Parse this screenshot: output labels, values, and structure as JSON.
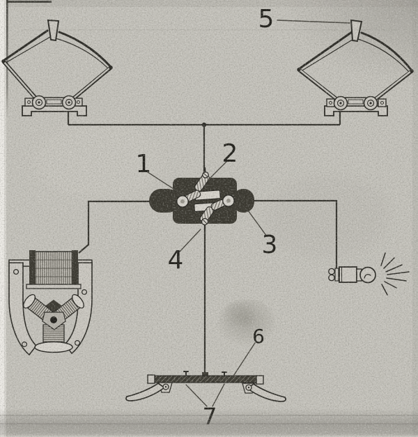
{
  "figure": {
    "kind": "scanned wiring diagram of a direction-indicator (trafficator) circuit",
    "labels": [
      {
        "id": "1",
        "text": "1"
      },
      {
        "id": "2",
        "text": "2"
      },
      {
        "id": "3",
        "text": "3"
      },
      {
        "id": "4",
        "text": "4"
      },
      {
        "id": "5",
        "text": "5"
      },
      {
        "id": "6",
        "text": "6"
      },
      {
        "id": "7",
        "text": "7"
      }
    ],
    "components": [
      {
        "name": "left-trafficator-indicator"
      },
      {
        "name": "right-trafficator-indicator",
        "label": "5"
      },
      {
        "name": "central-junction-box",
        "labels": [
          "1",
          "2",
          "3",
          "4"
        ]
      },
      {
        "name": "coil-relay-unit"
      },
      {
        "name": "indicator-lamp"
      },
      {
        "name": "lever-switch",
        "labels": [
          "6",
          "7"
        ]
      }
    ],
    "colors": {
      "paper": "#c4c2bb",
      "ink": "#2b2a25",
      "dark_fill": "#39372f",
      "light_part": "#d6d3cc"
    }
  }
}
